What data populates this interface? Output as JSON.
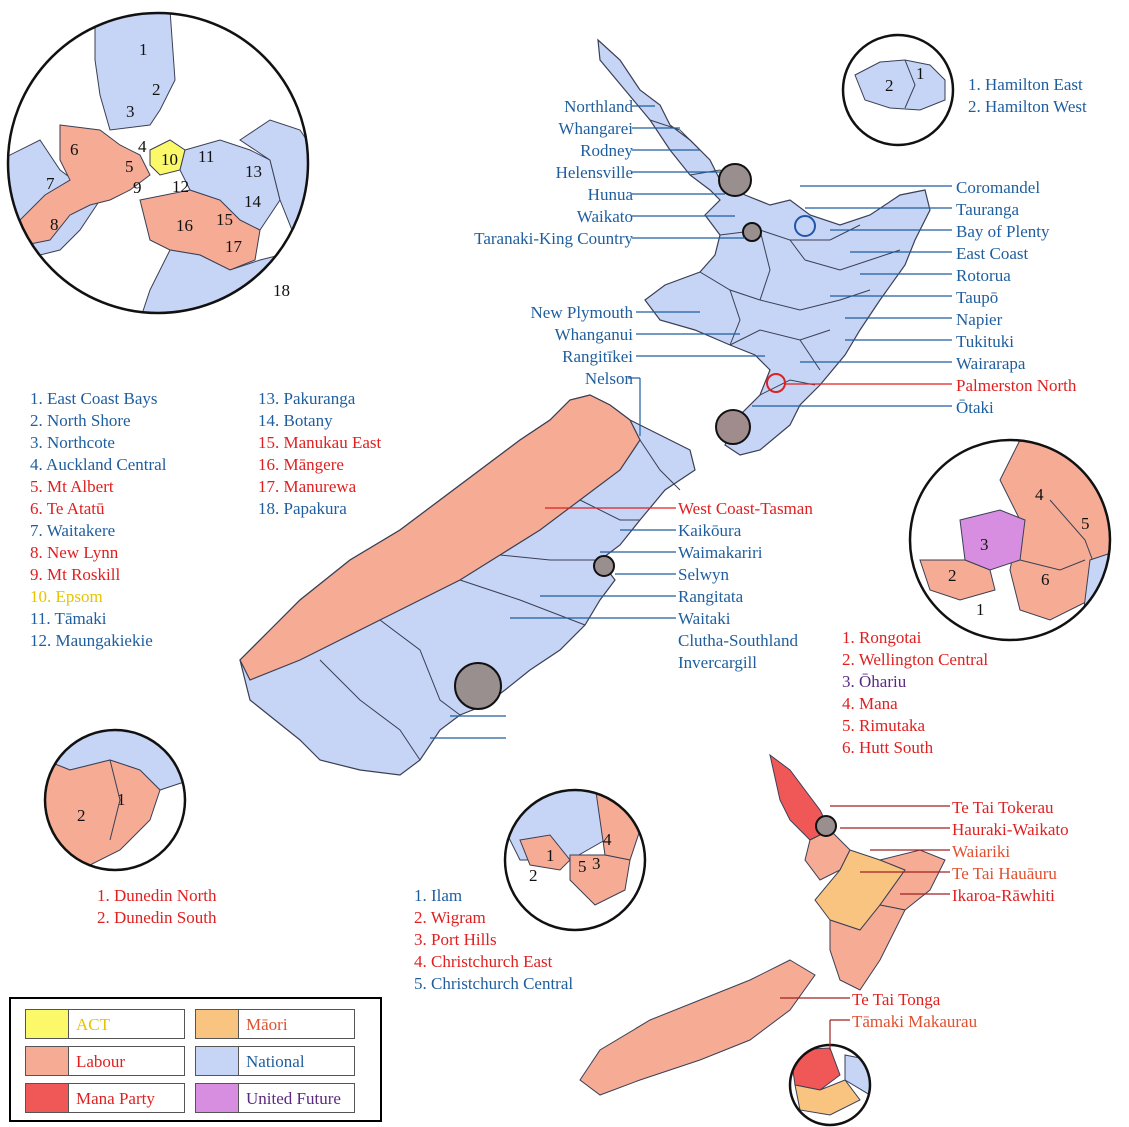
{
  "colors": {
    "act": "#fbf86a",
    "labour": "#f6ab94",
    "mana": "#f05858",
    "maori": "#f9c480",
    "national": "#c6d5f5",
    "united_future": "#d88ee0",
    "border": "#3a3f55"
  },
  "hamilton_list": [
    "1. Hamilton East",
    "2. Hamilton West"
  ],
  "auckland_list_a": [
    {
      "t": "1. East Coast Bays",
      "c": "blue"
    },
    {
      "t": "2. North Shore",
      "c": "blue"
    },
    {
      "t": "3. Northcote",
      "c": "blue"
    },
    {
      "t": "4. Auckland Central",
      "c": "blue"
    },
    {
      "t": "5. Mt Albert",
      "c": "red"
    },
    {
      "t": "6. Te Atatū",
      "c": "red"
    },
    {
      "t": "7. Waitakere",
      "c": "blue"
    },
    {
      "t": "8. New Lynn",
      "c": "red"
    },
    {
      "t": "9. Mt Roskill",
      "c": "red"
    },
    {
      "t": "10. Epsom",
      "c": "yellow"
    },
    {
      "t": "11. Tāmaki",
      "c": "blue"
    },
    {
      "t": "12. Maungakiekie",
      "c": "blue"
    }
  ],
  "auckland_list_b": [
    {
      "t": "13. Pakuranga",
      "c": "blue"
    },
    {
      "t": "14. Botany",
      "c": "blue"
    },
    {
      "t": "15. Manukau East",
      "c": "red"
    },
    {
      "t": "16. Māngere",
      "c": "red"
    },
    {
      "t": "17. Manurewa",
      "c": "red"
    },
    {
      "t": "18. Papakura",
      "c": "blue"
    }
  ],
  "wellington_list": [
    {
      "t": "1. Rongotai",
      "c": "red"
    },
    {
      "t": "2. Wellington Central",
      "c": "red"
    },
    {
      "t": "3. Ōhariu",
      "c": "purple"
    },
    {
      "t": "4. Mana",
      "c": "red"
    },
    {
      "t": "5. Rimutaka",
      "c": "red"
    },
    {
      "t": "6. Hutt South",
      "c": "red"
    }
  ],
  "dunedin_list": [
    {
      "t": "1. Dunedin North",
      "c": "red"
    },
    {
      "t": "2. Dunedin South",
      "c": "red"
    }
  ],
  "christchurch_list": [
    {
      "t": "1. Ilam",
      "c": "blue"
    },
    {
      "t": "2. Wigram",
      "c": "red"
    },
    {
      "t": "3. Port Hills",
      "c": "red"
    },
    {
      "t": "4. Christchurch East",
      "c": "red"
    },
    {
      "t": "5. Christchurch Central",
      "c": "blue"
    }
  ],
  "north_left": [
    "Northland",
    "Whangarei",
    "Rodney",
    "Helensville",
    "Hunua",
    "Waikato",
    "Taranaki-King Country",
    "New Plymouth",
    "Whanganui",
    "Rangitīkei",
    "Nelson"
  ],
  "north_right": [
    {
      "t": "Coromandel",
      "c": "blue"
    },
    {
      "t": "Tauranga",
      "c": "blue"
    },
    {
      "t": "Bay of Plenty",
      "c": "blue"
    },
    {
      "t": "East Coast",
      "c": "blue"
    },
    {
      "t": "Rotorua",
      "c": "blue"
    },
    {
      "t": "Taupō",
      "c": "blue"
    },
    {
      "t": "Napier",
      "c": "blue"
    },
    {
      "t": "Tukituki",
      "c": "blue"
    },
    {
      "t": "Wairarapa",
      "c": "blue"
    },
    {
      "t": "Palmerston North",
      "c": "red"
    },
    {
      "t": "Ōtaki",
      "c": "blue"
    }
  ],
  "south_labels": [
    {
      "t": "West Coast-Tasman",
      "c": "red"
    },
    {
      "t": "Kaikōura",
      "c": "blue"
    },
    {
      "t": "Waimakariri",
      "c": "blue"
    },
    {
      "t": "Selwyn",
      "c": "blue"
    },
    {
      "t": "Rangitata",
      "c": "blue"
    },
    {
      "t": "Waitaki",
      "c": "blue"
    },
    {
      "t": "Clutha-Southland",
      "c": "blue"
    },
    {
      "t": "Invercargill",
      "c": "blue"
    }
  ],
  "maori_labels": [
    {
      "t": "Te Tai Tokerau",
      "c": "red"
    },
    {
      "t": "Hauraki-Waikato",
      "c": "red"
    },
    {
      "t": "Waiariki",
      "c": "orange"
    },
    {
      "t": "Te Tai Hauāuru",
      "c": "orange"
    },
    {
      "t": "Ikaroa-Rāwhiti",
      "c": "red"
    },
    {
      "t": "Te Tai Tonga",
      "c": "red"
    },
    {
      "t": "Tāmaki Makaurau",
      "c": "orange"
    }
  ],
  "inset_numbers": {
    "auckland": [
      "1",
      "2",
      "3",
      "4",
      "5",
      "6",
      "7",
      "8",
      "9",
      "10",
      "11",
      "12",
      "13",
      "14",
      "15",
      "16",
      "17",
      "18"
    ],
    "hamilton": [
      "1",
      "2"
    ],
    "wellington": [
      "1",
      "2",
      "3",
      "4",
      "5",
      "6"
    ],
    "dunedin": [
      "1",
      "2"
    ],
    "christchurch": [
      "1",
      "2",
      "3",
      "4",
      "5"
    ]
  },
  "legend": [
    {
      "label": "ACT",
      "key": "act",
      "c": "yellow"
    },
    {
      "label": "Māori",
      "key": "maori",
      "c": "orange"
    },
    {
      "label": "Labour",
      "key": "labour",
      "c": "red"
    },
    {
      "label": "National",
      "key": "national",
      "c": "blue"
    },
    {
      "label": "Mana Party",
      "key": "mana",
      "c": "red"
    },
    {
      "label": "United Future",
      "key": "united_future",
      "c": "purple"
    }
  ]
}
